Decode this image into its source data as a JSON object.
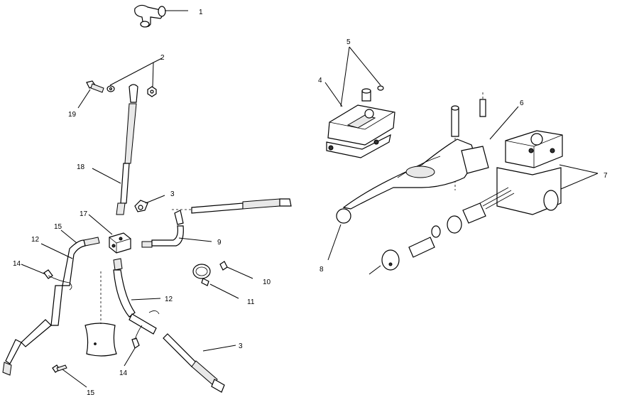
{
  "diagram": {
    "callouts": [
      {
        "id": "c1",
        "text": "1"
      },
      {
        "id": "c2",
        "text": "2"
      },
      {
        "id": "c3a",
        "text": "3"
      },
      {
        "id": "c3b",
        "text": "3"
      },
      {
        "id": "c4",
        "text": "4"
      },
      {
        "id": "c5",
        "text": "5"
      },
      {
        "id": "c6",
        "text": "6"
      },
      {
        "id": "c7",
        "text": "7"
      },
      {
        "id": "c8",
        "text": "8"
      },
      {
        "id": "c9",
        "text": "9"
      },
      {
        "id": "c10",
        "text": "10"
      },
      {
        "id": "c11",
        "text": "11"
      },
      {
        "id": "c12a",
        "text": "12"
      },
      {
        "id": "c12b",
        "text": "12"
      },
      {
        "id": "c14a",
        "text": "14"
      },
      {
        "id": "c14b",
        "text": "14"
      },
      {
        "id": "c15a",
        "text": "15"
      },
      {
        "id": "c15b",
        "text": "15"
      },
      {
        "id": "c17",
        "text": "17"
      },
      {
        "id": "c18",
        "text": "18"
      },
      {
        "id": "c19",
        "text": "19"
      }
    ]
  }
}
